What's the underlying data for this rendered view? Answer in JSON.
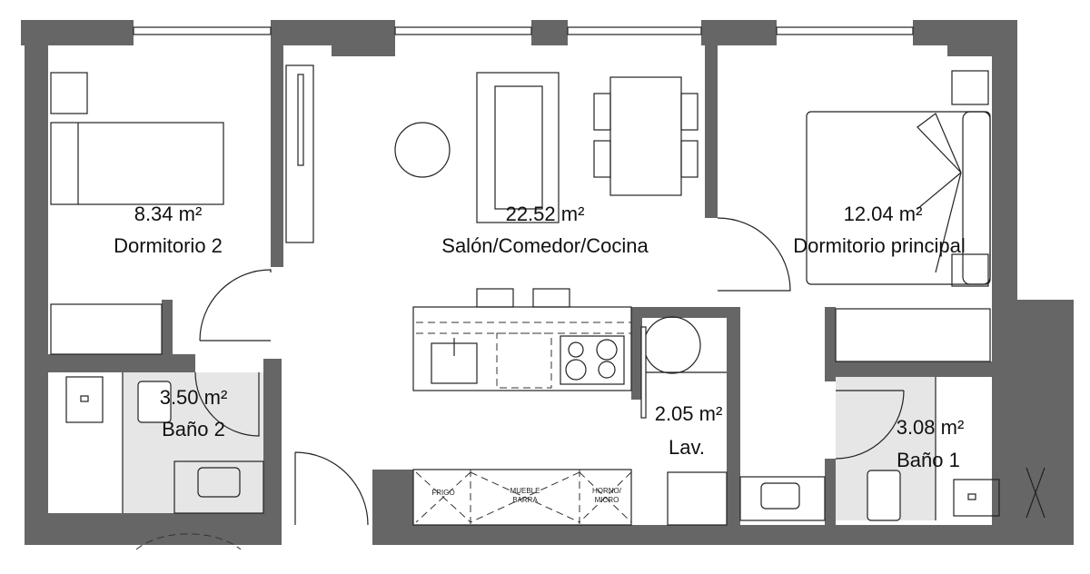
{
  "rooms": [
    {
      "area": "8.34 m²",
      "name": "Dormitorio 2"
    },
    {
      "area": "22.52 m²",
      "name": "Salón/Comedor/Cocina"
    },
    {
      "area": "12.04 m²",
      "name": "Dormitorio principal"
    },
    {
      "area": "3.50 m²",
      "name": "Baño 2"
    },
    {
      "area": "2.05 m²",
      "name": "Lav."
    },
    {
      "area": "3.08 m²",
      "name": "Baño 1"
    }
  ],
  "furniture_labels": {
    "fridge": "FRIGO",
    "bar_1": "MUEBLE",
    "bar_2": "BARRA",
    "oven_1": "HORNO/",
    "oven_2": "MICRO"
  },
  "colors": {
    "wall": "#666666",
    "bath_floor": "#e6e6e6"
  }
}
